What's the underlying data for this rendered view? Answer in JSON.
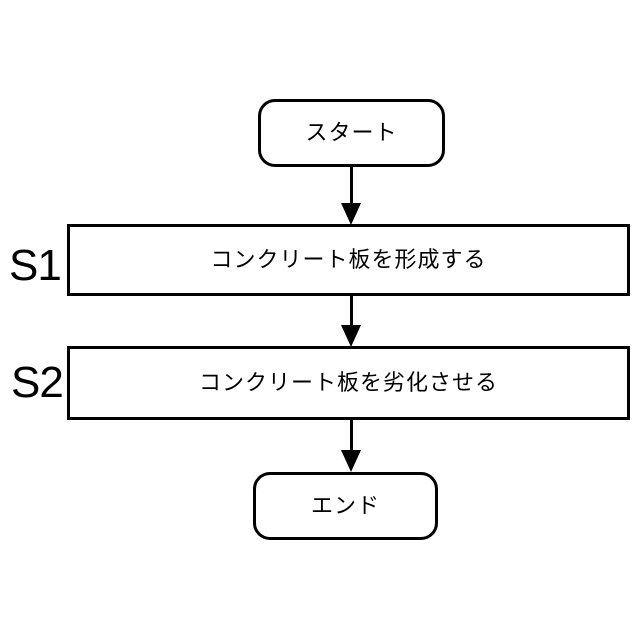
{
  "flowchart": {
    "start": {
      "label": "スタート"
    },
    "steps": [
      {
        "id": "S1",
        "label": "コンクリート板を形成する"
      },
      {
        "id": "S2",
        "label": "コンクリート板を劣化させる"
      }
    ],
    "end": {
      "label": "エンド"
    },
    "colors": {
      "line": "#000000",
      "background": "#ffffff",
      "text": "#000000"
    }
  }
}
